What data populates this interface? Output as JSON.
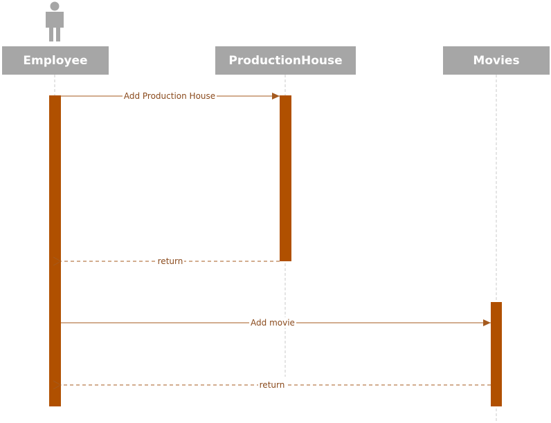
{
  "lifelines": [
    {
      "id": "employee",
      "label": "Employee",
      "is_actor": true
    },
    {
      "id": "production",
      "label": "ProductionHouse",
      "is_actor": false
    },
    {
      "id": "movies",
      "label": "Movies",
      "is_actor": false
    }
  ],
  "messages": [
    {
      "label": "Add Production House",
      "from": "Employee",
      "to": "ProductionHouse",
      "kind": "call"
    },
    {
      "label": "return",
      "from": "ProductionHouse",
      "to": "Employee",
      "kind": "return"
    },
    {
      "label": "Add movie",
      "from": "Employee",
      "to": "Movies",
      "kind": "call"
    },
    {
      "label": "return",
      "from": "Movies",
      "to": "Employee",
      "kind": "return"
    }
  ],
  "colors": {
    "activation": "#b05000",
    "message_line": "#a55a1e",
    "header_bg": "#a6a6a6",
    "header_text": "#ffffff",
    "lifeline": "#c8c8c8",
    "actor_icon": "#a6a6a6"
  },
  "icons": {
    "actor": "person-icon"
  }
}
